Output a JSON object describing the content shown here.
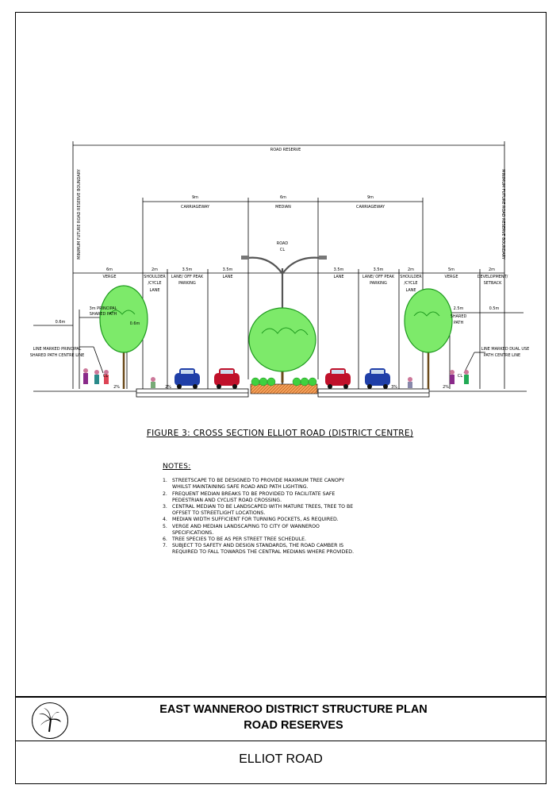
{
  "diagram": {
    "road_reserve": "ROAD RESERVE",
    "boundary_label": "MINIMUM FUTURE ROAD RESERVE BOUNDARY",
    "carriageway_width": "9m",
    "carriageway_label": "CARRIAGEWAY",
    "median_width": "6m",
    "median_label": "MEDIAN",
    "road_cl_1": "ROAD",
    "road_cl_2": "CL",
    "verge_left_width": "6m",
    "verge_label": "VERGE",
    "verge_right_width": "5m",
    "shoulder_width": "2m",
    "shoulder_label_1": "SHOULDER",
    "shoulder_label_2": "/CYCLE",
    "shoulder_label_3": "LANE",
    "parking_width": "3.5m",
    "parking_label_1": "LANE/ OFF PEAK",
    "parking_label_2": "PARKING",
    "lane_width": "3.5m",
    "lane_label": "LANE",
    "development_width": "2m",
    "development_label_1": "DEVELOPMENT/",
    "development_label_2": "SETBACK",
    "left_path_1": "3m PRINCIPAL",
    "left_path_2": "SHARED PATH",
    "dim_0_6m": "0.6m",
    "right_path_width": "2.5m",
    "right_path_1": "SHARED",
    "right_path_2": "PATH",
    "dim_0_5m": "0.5m",
    "left_line_1": "LINE MARKED PRINCIPAL",
    "left_line_2": "SHARED PATH CENTRE LINE",
    "right_line_1": "LINE MARKED DUAL USE",
    "right_line_2": "PATH CENTRE LINE",
    "slope": "2%",
    "slope_carriage": "3%",
    "cl": "CL"
  },
  "caption": "FIGURE 3: CROSS SECTION ELLIOT ROAD (DISTRICT CENTRE)",
  "notes": {
    "heading": "NOTES:",
    "items": [
      {
        "n": "1.",
        "text": "STREETSCAPE TO BE DESIGNED TO PROVIDE MAXIMUM TREE CANOPY WHILST MAINTAINING SAFE ROAD AND PATH LIGHTING."
      },
      {
        "n": "2.",
        "text": "FREQUENT MEDIAN BREAKS TO BE PROVIDED TO FACILITATE SAFE PEDESTRIAN AND CYCLIST ROAD CROSSING."
      },
      {
        "n": "3.",
        "text": "CENTRAL MEDIAN TO BE LANDSCAPED WITH MATURE TREES, TREE TO BE OFFSET TO STREETLIGHT LOCATIONS."
      },
      {
        "n": "4.",
        "text": "MEDIAN WIDTH SUFFICIENT FOR TURNING POCKETS, AS REQUIRED."
      },
      {
        "n": "5.",
        "text": "VERGE AND MEDIAN LANDSCAPING TO CITY OF WANNEROO SPECIFICATIONS."
      },
      {
        "n": "6.",
        "text": "TREE SPECIES TO BE AS PER STREET TREE SCHEDULE."
      },
      {
        "n": "7.",
        "text": "SUBJECT TO SAFETY AND DESIGN STANDARDS, THE ROAD CAMBER IS REQUIRED TO FALL TOWARDS THE CENTRAL MEDIANS WHERE PROVIDED."
      }
    ]
  },
  "title_block": {
    "line1": "EAST WANNEROO DISTRICT STRUCTURE PLAN",
    "line2": "ROAD RESERVES",
    "road_name": "ELLIOT ROAD"
  },
  "colors": {
    "tree": "#3fd13f",
    "car_red": "#c0102a",
    "car_blue": "#1f3fa8",
    "median_fill": "#e08030"
  }
}
